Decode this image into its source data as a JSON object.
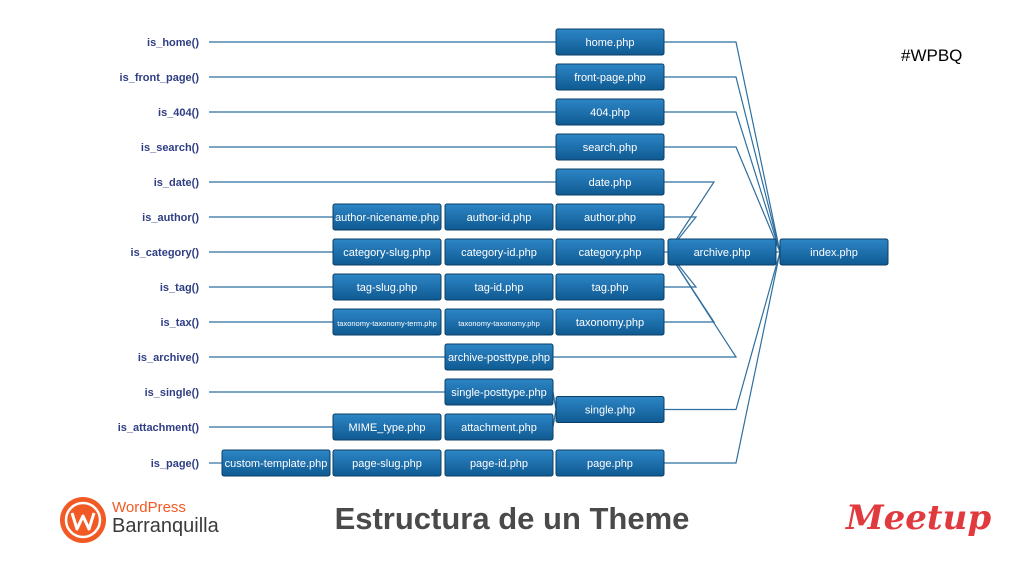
{
  "hashtag": "#WPBQ",
  "title": "Estructura de un Theme",
  "logo": {
    "brand": "WordPress",
    "city": "Barranquilla",
    "brand_color": "#f15a24"
  },
  "meetup_logo": "Meetup",
  "colors": {
    "box": "#1a6aa6",
    "line": "#2f6f9f",
    "function_text": "#2f3e84"
  },
  "functions": [
    "is_home()",
    "is_front_page()",
    "is_404()",
    "is_search()",
    "is_date()",
    "is_author()",
    "is_category()",
    "is_tag()",
    "is_tax()",
    "is_archive()",
    "is_single()",
    "is_attachment()",
    "is_page()"
  ],
  "templates": [
    "home.php",
    "front-page.php",
    "404.php",
    "search.php",
    "date.php",
    "author-nicename.php",
    "author-id.php",
    "author.php",
    "category-slug.php",
    "category-id.php",
    "category.php",
    "tag-slug.php",
    "tag-id.php",
    "tag.php",
    "taxonomy-taxonomy-term.php",
    "taxonomy-taxonomy.php",
    "taxonomy.php",
    "archive-posttype.php",
    "single-posttype.php",
    "single.php",
    "MIME_type.php",
    "attachment.php",
    "custom-template.php",
    "page-slug.php",
    "page-id.php",
    "page.php",
    "archive.php",
    "index.php"
  ]
}
